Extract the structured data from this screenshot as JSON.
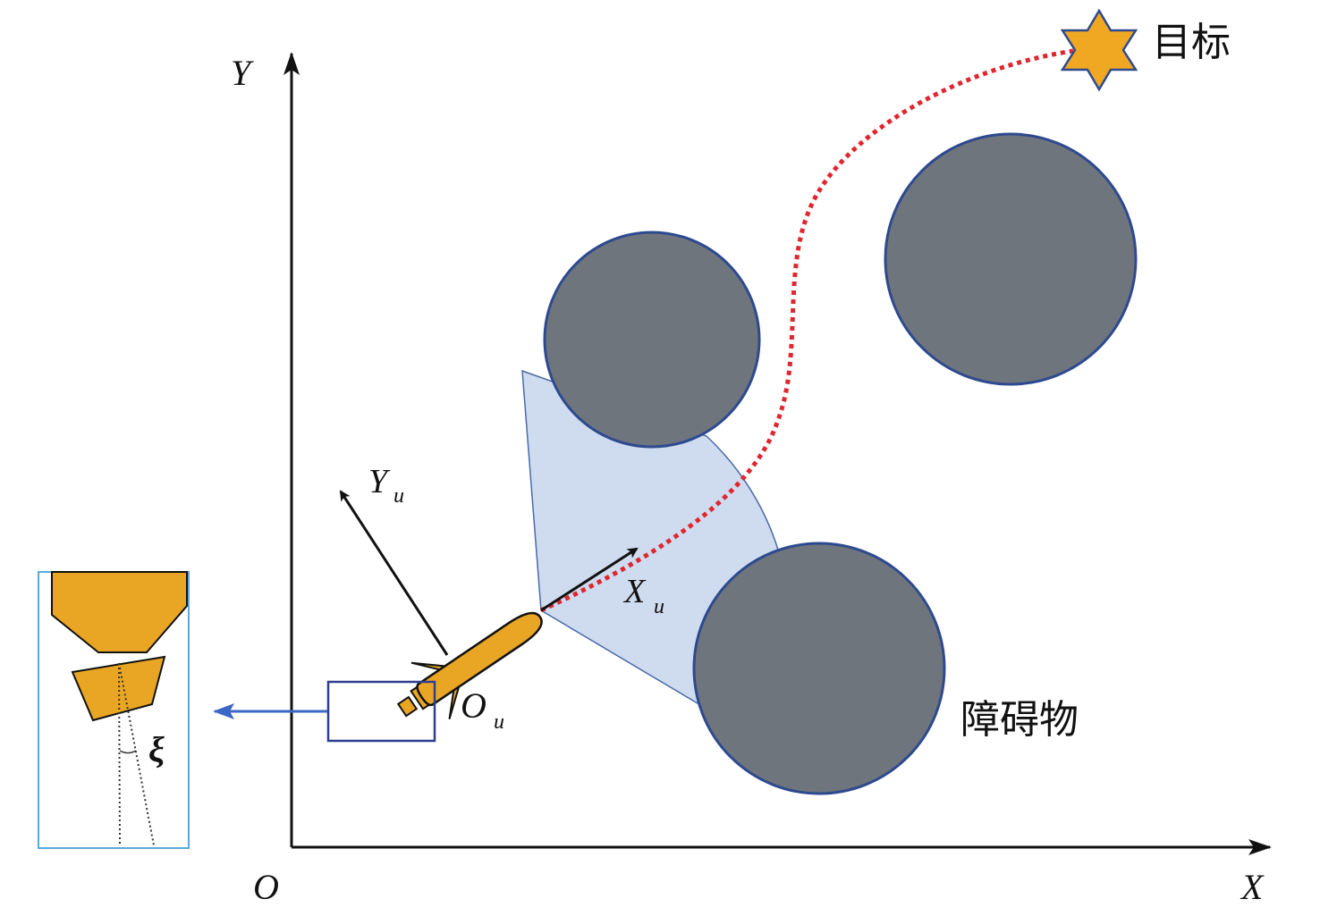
{
  "axes": {
    "x_label": "X",
    "y_label": "Y",
    "origin_label": "O"
  },
  "body_frame": {
    "x_label": "X",
    "x_sub": "u",
    "y_label": "Y",
    "y_sub": "u",
    "origin_label": "O",
    "origin_sub": "u"
  },
  "target": {
    "label": "目标"
  },
  "obstacle": {
    "label": "障碍物"
  },
  "inset": {
    "angle_label": "ξ"
  },
  "colors": {
    "obstacle_fill": "#6f757d",
    "obstacle_stroke": "#2e4a8f",
    "sector_fill": "#cfdbef",
    "sector_stroke": "#4a6aa8",
    "vehicle_fill": "#e8a624",
    "path": "#e0262f",
    "star_fill": "#f0a823",
    "arrow_blue": "#3a68c4",
    "inset_border": "#5aa9dd"
  }
}
